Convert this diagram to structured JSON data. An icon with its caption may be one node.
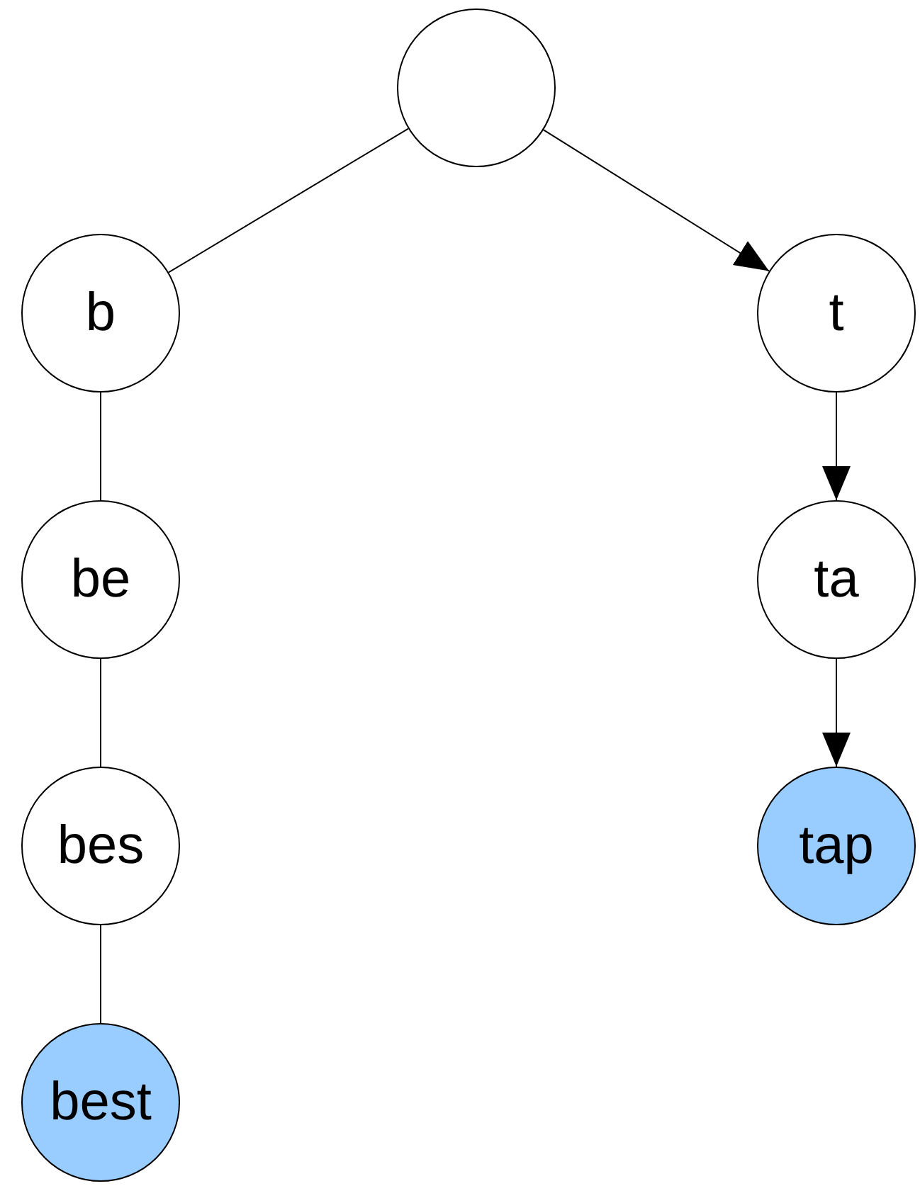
{
  "diagram": {
    "nodes": [
      {
        "text": [],
        "shape": "circle"
      },
      {
        "text": [
          "b"
        ]
      },
      {
        "text": [
          "be"
        ]
      },
      {
        "text": [
          "bes"
        ]
      },
      {
        "text": [
          "best"
        ]
      },
      {
        "text": [
          "t"
        ]
      },
      {
        "text": [
          "ta"
        ]
      },
      {
        "text": [
          "tap"
        ]
      }
    ],
    "edges": [
      {
        "from": 0,
        "to": 1,
        "arrow": "none"
      },
      {
        "from": 0,
        "to": 5,
        "arrow": "to"
      },
      {
        "from": 1,
        "to": 2,
        "arrow": "none"
      },
      {
        "from": 2,
        "to": 3,
        "arrow": "none"
      },
      {
        "from": 3,
        "to": 4,
        "arrow": "none"
      },
      {
        "from": 5,
        "to": 6,
        "arrow": "to"
      },
      {
        "from": 6,
        "to": 7,
        "arrow": "to"
      }
    ]
  }
}
